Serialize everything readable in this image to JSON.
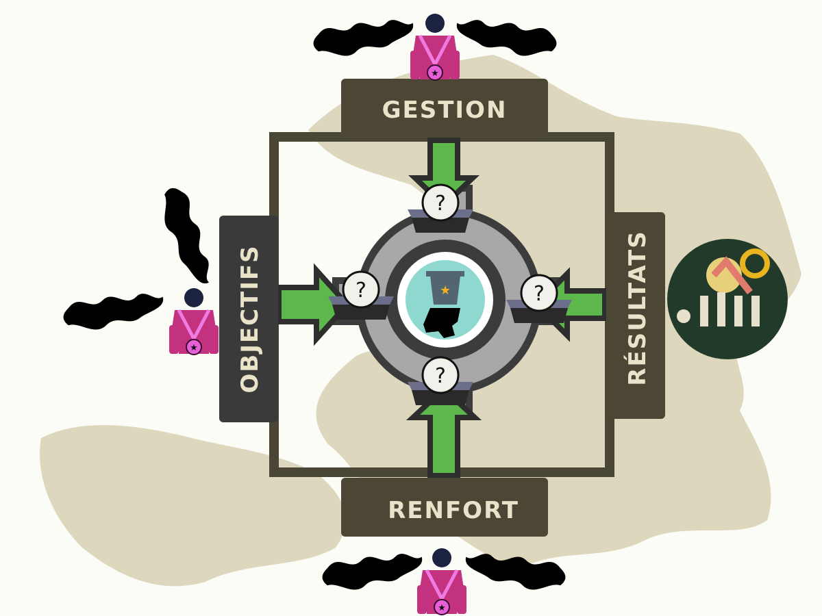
{
  "labels": {
    "top": "GESTION",
    "left": "OBJECTIFS",
    "right": "RÉSULTATS",
    "bottom": "RENFORT"
  },
  "question_mark": "?",
  "icons": [
    "map-of-hispaniola",
    "gear-icon",
    "question-box-icon",
    "trash-bin-head-icon",
    "failure-people-icon",
    "person-medal-icon",
    "smoke-icon",
    "arrow-icon"
  ],
  "colors": {
    "background": "#fbfcf6",
    "map": "#dcd7bd",
    "frame": "#4a4636",
    "label_box": "#4c4734",
    "label_text": "#e9e3c9",
    "arrow": "#5cb84a",
    "gear": "#a8a8a8",
    "center_teal": "#8fd8d0",
    "result_circle": "#223a2a",
    "person_magenta": "#c2327f"
  }
}
